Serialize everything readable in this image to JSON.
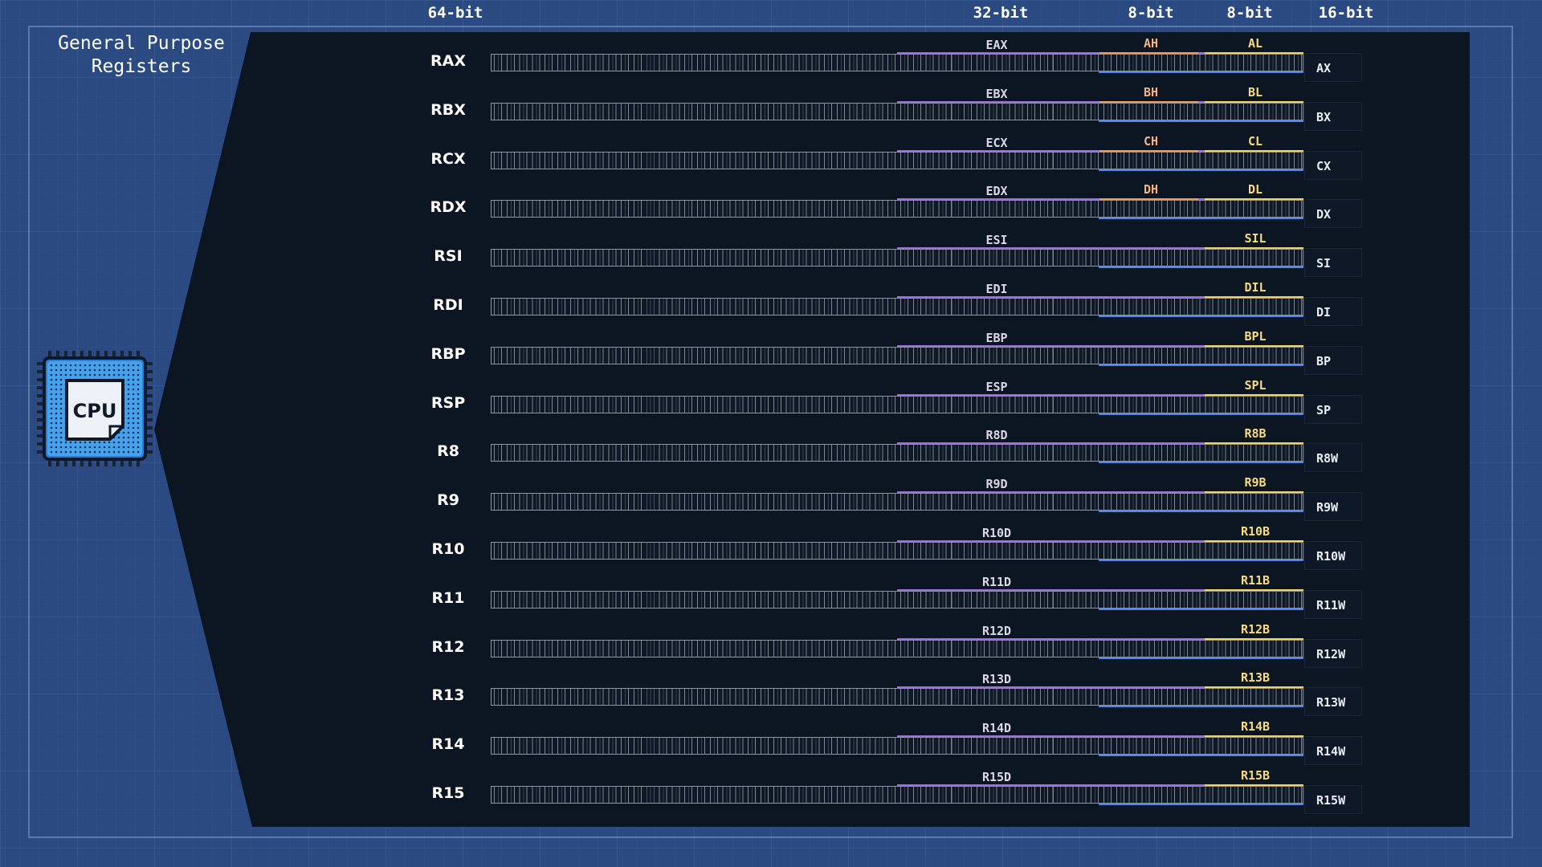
{
  "title": "General Purpose Registers",
  "widths": {
    "w64": "64-bit",
    "w32": "32-bit",
    "w8h": "8-bit",
    "w8l": "8-bit",
    "w16": "16-bit"
  },
  "cpu_label": "CPU",
  "colors": {
    "panel": "#0c1522",
    "seg32": "#9c6ee0",
    "seg16": "#4f86e8",
    "high8": "#f29a5a",
    "low8": "#f4d35e"
  },
  "registers": [
    {
      "name": "RAX",
      "d32": "EAX",
      "w16": "AX",
      "h8": "AH",
      "l8": "AL"
    },
    {
      "name": "RBX",
      "d32": "EBX",
      "w16": "BX",
      "h8": "BH",
      "l8": "BL"
    },
    {
      "name": "RCX",
      "d32": "ECX",
      "w16": "CX",
      "h8": "CH",
      "l8": "CL"
    },
    {
      "name": "RDX",
      "d32": "EDX",
      "w16": "DX",
      "h8": "DH",
      "l8": "DL"
    },
    {
      "name": "RSI",
      "d32": "ESI",
      "w16": "SI",
      "h8": "",
      "l8": "SIL"
    },
    {
      "name": "RDI",
      "d32": "EDI",
      "w16": "DI",
      "h8": "",
      "l8": "DIL"
    },
    {
      "name": "RBP",
      "d32": "EBP",
      "w16": "BP",
      "h8": "",
      "l8": "BPL"
    },
    {
      "name": "RSP",
      "d32": "ESP",
      "w16": "SP",
      "h8": "",
      "l8": "SPL"
    },
    {
      "name": "R8",
      "d32": "R8D",
      "w16": "R8W",
      "h8": "",
      "l8": "R8B"
    },
    {
      "name": "R9",
      "d32": "R9D",
      "w16": "R9W",
      "h8": "",
      "l8": "R9B"
    },
    {
      "name": "R10",
      "d32": "R10D",
      "w16": "R10W",
      "h8": "",
      "l8": "R10B"
    },
    {
      "name": "R11",
      "d32": "R11D",
      "w16": "R11W",
      "h8": "",
      "l8": "R11B"
    },
    {
      "name": "R12",
      "d32": "R12D",
      "w16": "R12W",
      "h8": "",
      "l8": "R12B"
    },
    {
      "name": "R13",
      "d32": "R13D",
      "w16": "R13W",
      "h8": "",
      "l8": "R13B"
    },
    {
      "name": "R14",
      "d32": "R14D",
      "w16": "R14W",
      "h8": "",
      "l8": "R14B"
    },
    {
      "name": "R15",
      "d32": "R15D",
      "w16": "R15W",
      "h8": "",
      "l8": "R15B"
    }
  ]
}
